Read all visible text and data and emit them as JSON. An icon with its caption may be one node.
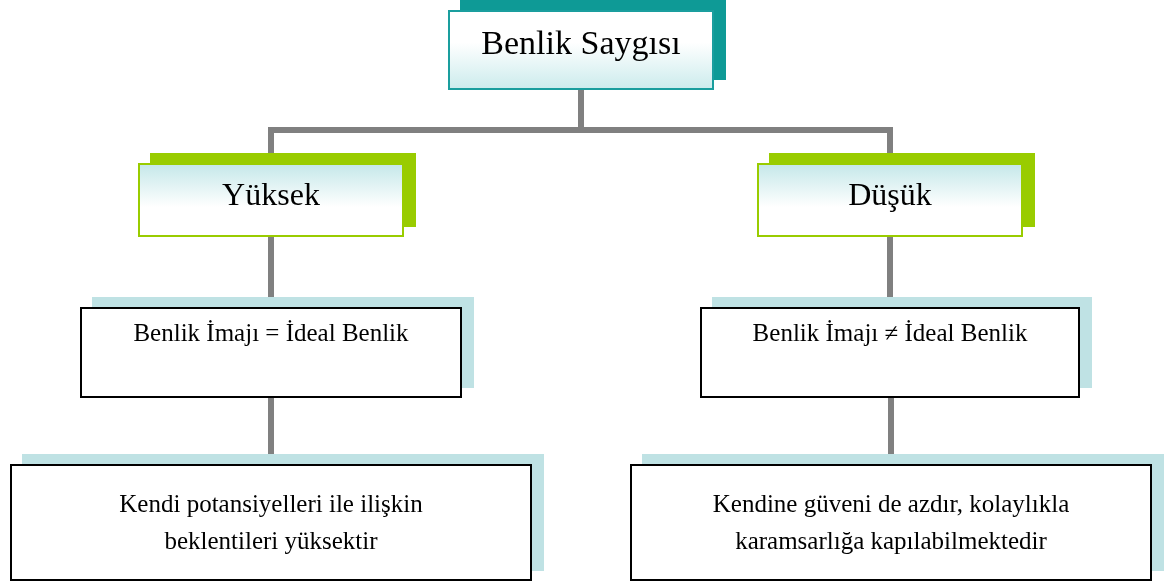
{
  "diagram": {
    "nodes": [
      {
        "text": [
          "Benlik Saygısı"
        ]
      },
      {
        "text": [
          "Yüksek"
        ]
      },
      {
        "text": [
          "Düşük"
        ]
      },
      {
        "text": [
          "Benlik İmajı = İdeal Benlik"
        ]
      },
      {
        "text": [
          "Benlik İmajı ≠ İdeal Benlik"
        ]
      },
      {
        "text": [
          "Kendi potansiyelleri ile ilişkin beklentileri yüksektir"
        ]
      },
      {
        "text": [
          "Kendine güveni de azdır, kolaylıkla karamsarlığa kapılabilmektedir"
        ]
      }
    ],
    "edges": [
      {
        "from": 0,
        "to": 1,
        "arrow": "none"
      },
      {
        "from": 0,
        "to": 2,
        "arrow": "none"
      },
      {
        "from": 1,
        "to": 3,
        "arrow": "none"
      },
      {
        "from": 2,
        "to": 4,
        "arrow": "none"
      },
      {
        "from": 3,
        "to": 5,
        "arrow": "none"
      },
      {
        "from": 4,
        "to": 6,
        "arrow": "none"
      }
    ]
  }
}
